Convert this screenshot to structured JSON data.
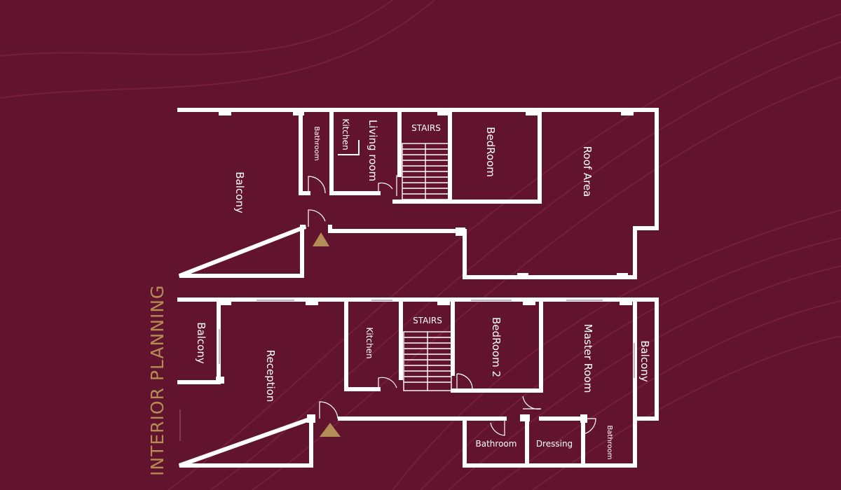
{
  "side_title": "INTERIOR PLANNING",
  "colors": {
    "background": "#62142e",
    "walls": "#ffffff",
    "accent_gold": "#b48d56"
  },
  "upper_floor": {
    "rooms": {
      "balcony": "Balcony",
      "bathroom": "Bathroom",
      "kitchen": "Kitchen",
      "living_room": "Living room",
      "stairs": "STAIRS",
      "bedroom": "BedRoom",
      "roof_area": "Roof Area"
    },
    "entrance_icon": "entrance-triangle-icon"
  },
  "lower_floor": {
    "rooms": {
      "balcony_left": "Balcony",
      "reception": "Reception",
      "kitchen": "Kitchen",
      "stairs": "STAIRS",
      "bedroom_2": "BedRoom 2",
      "master_room": "Master Room",
      "balcony_right": "Balcony",
      "bathroom": "Bathroom",
      "dressing": "Dressing",
      "bathroom_small": "Bathroom"
    },
    "entrance_icon": "entrance-triangle-icon"
  }
}
